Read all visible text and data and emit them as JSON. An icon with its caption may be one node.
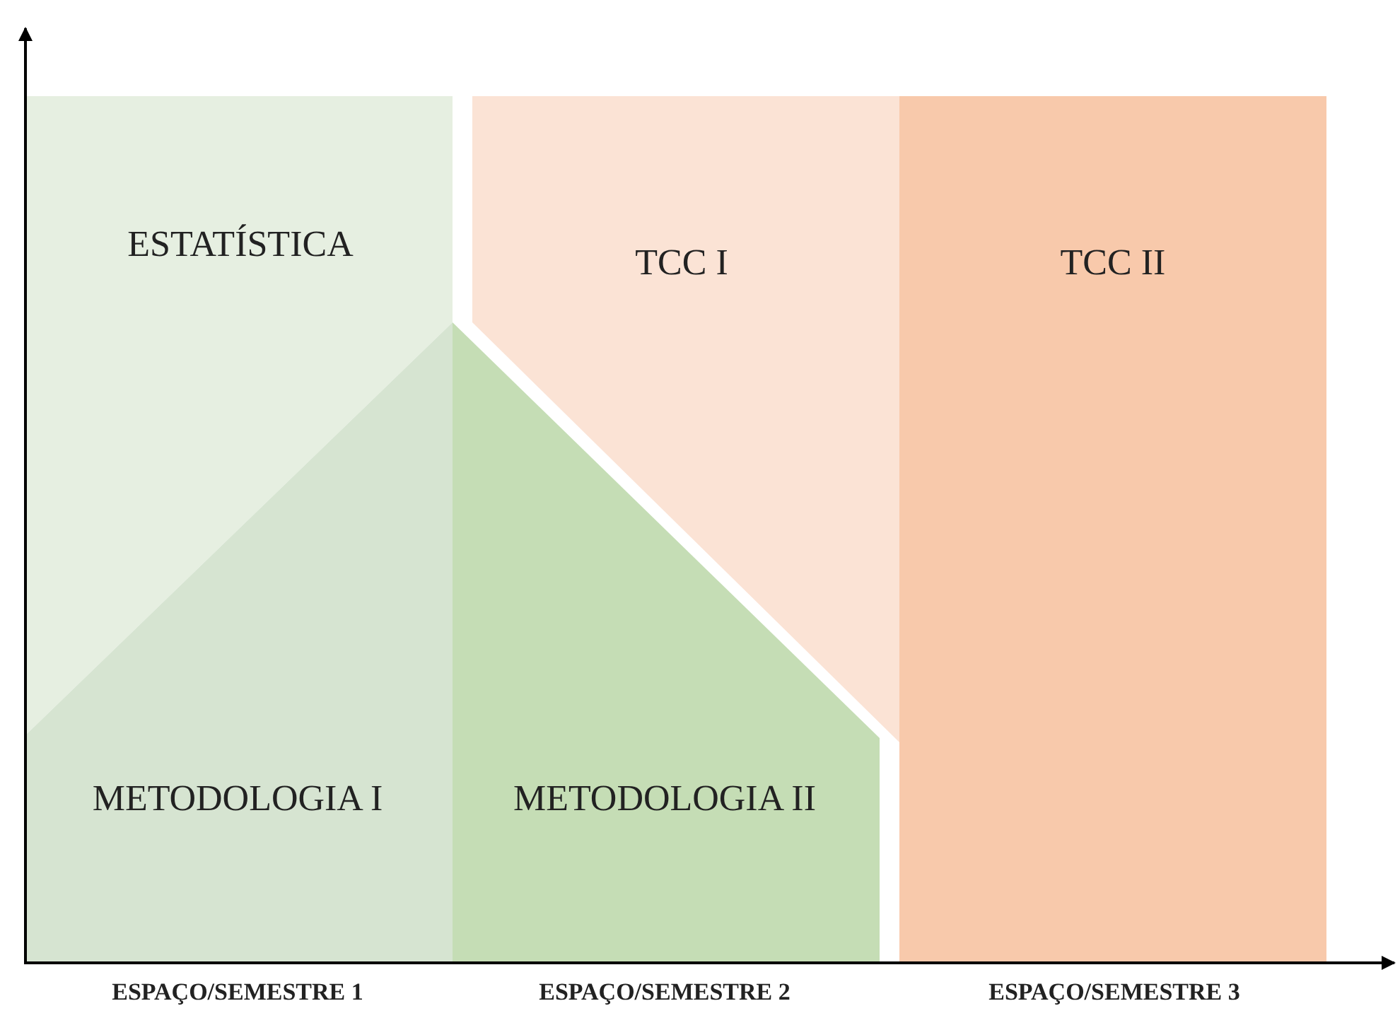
{
  "diagram": {
    "nodes": [
      {
        "text": [
          "ESTATÍSTICA"
        ]
      },
      {
        "text": [
          "TCC I"
        ]
      },
      {
        "text": [
          "TCC II"
        ]
      },
      {
        "text": [
          "METODOLOGIA I"
        ]
      },
      {
        "text": [
          "METODOLOGIA II"
        ]
      }
    ],
    "labels": [
      "ESPAÇO/SEMESTRE 1",
      "ESPAÇO/SEMESTRE 2",
      "ESPAÇO/SEMESTRE 3"
    ]
  }
}
